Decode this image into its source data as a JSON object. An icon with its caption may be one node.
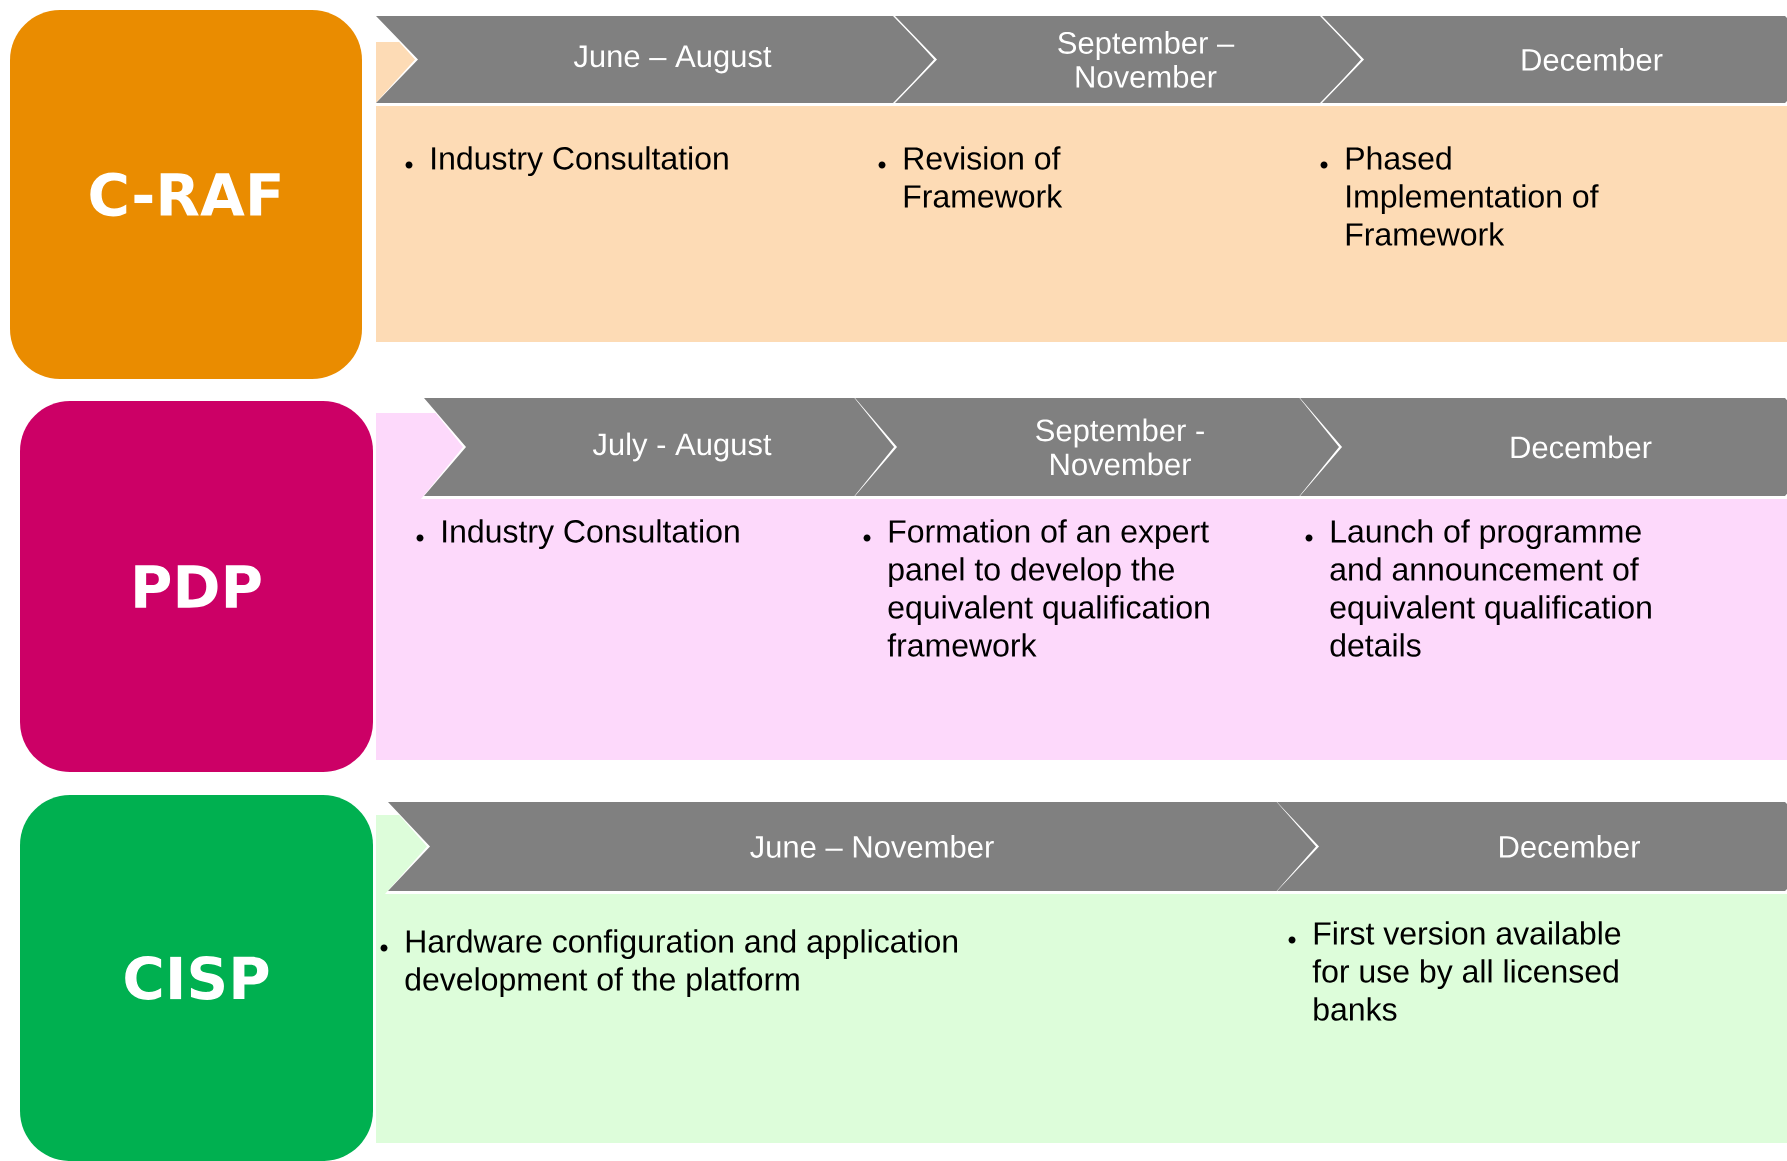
{
  "diagram": {
    "nodes": [
      {
        "text": [
          "C-RAF"
        ]
      },
      {
        "text": [
          "Industry Consultation",
          "Revision of Framework",
          "Phased Implementation of Framework"
        ]
      },
      {
        "text": [
          "June – August"
        ]
      },
      {
        "text": [
          "September – November"
        ]
      },
      {
        "text": [
          "December"
        ]
      },
      {
        "text": [
          "PDP"
        ]
      },
      {
        "text": [
          "Industry Consultation",
          "Formation of an expert panel to develop the equivalent qualification framework",
          "Launch of programme and announcement of equivalent qualification details"
        ]
      },
      {
        "text": [
          "July - August"
        ]
      },
      {
        "text": [
          "September - November"
        ]
      },
      {
        "text": [
          "December"
        ]
      },
      {
        "text": [
          "CISP"
        ]
      },
      {
        "text": [
          "Hardware configuration and application development of the platform",
          "First version available for use by all licensed banks"
        ]
      },
      {
        "text": [
          "June – November"
        ]
      },
      {
        "text": [
          "December"
        ]
      }
    ]
  }
}
